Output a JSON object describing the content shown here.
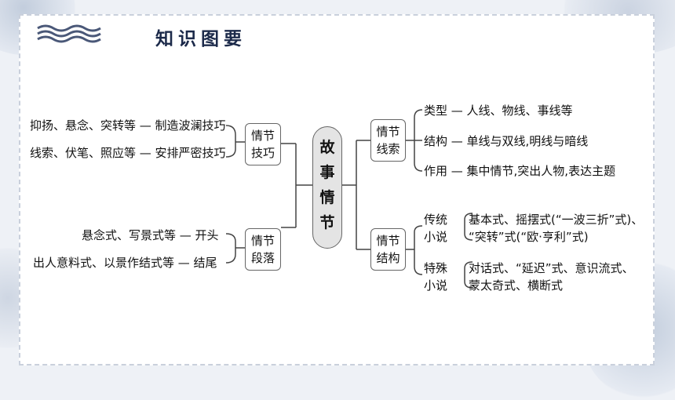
{
  "header": {
    "title": "知识图要"
  },
  "center": {
    "chars": [
      "故",
      "事",
      "情",
      "节"
    ]
  },
  "left": {
    "jiqiao": {
      "label_lines": [
        "情节",
        "技巧"
      ],
      "items": [
        "抑扬、悬念、突转等 — 制造波澜技巧",
        "线索、伏笔、照应等 — 安排严密技巧"
      ]
    },
    "duanluo": {
      "label_lines": [
        "情节",
        "段落"
      ],
      "items": [
        "悬念式、写景式等 — 开头",
        "出人意料式、以景作结式等 — 结尾"
      ]
    }
  },
  "right": {
    "xiansuo": {
      "label_lines": [
        "情节",
        "线索"
      ],
      "items": [
        "类型 — 人线、物线、事线等",
        "结构 — 单线与双线,明线与暗线",
        "作用 — 集中情节,突出人物,表达主题"
      ]
    },
    "jiegou": {
      "label_lines": [
        "情节",
        "结构"
      ],
      "chuantong": {
        "label_lines": [
          "传统",
          "小说"
        ],
        "lines": [
          "基本式、摇摆式(“一波三折”式)、",
          "“突转”式(“欧·亨利”式)"
        ]
      },
      "teshu": {
        "label_lines": [
          "特殊",
          "小说"
        ],
        "lines": [
          "对话式、“延迟”式、意识流式、",
          "蒙太奇式、横断式"
        ]
      }
    }
  }
}
